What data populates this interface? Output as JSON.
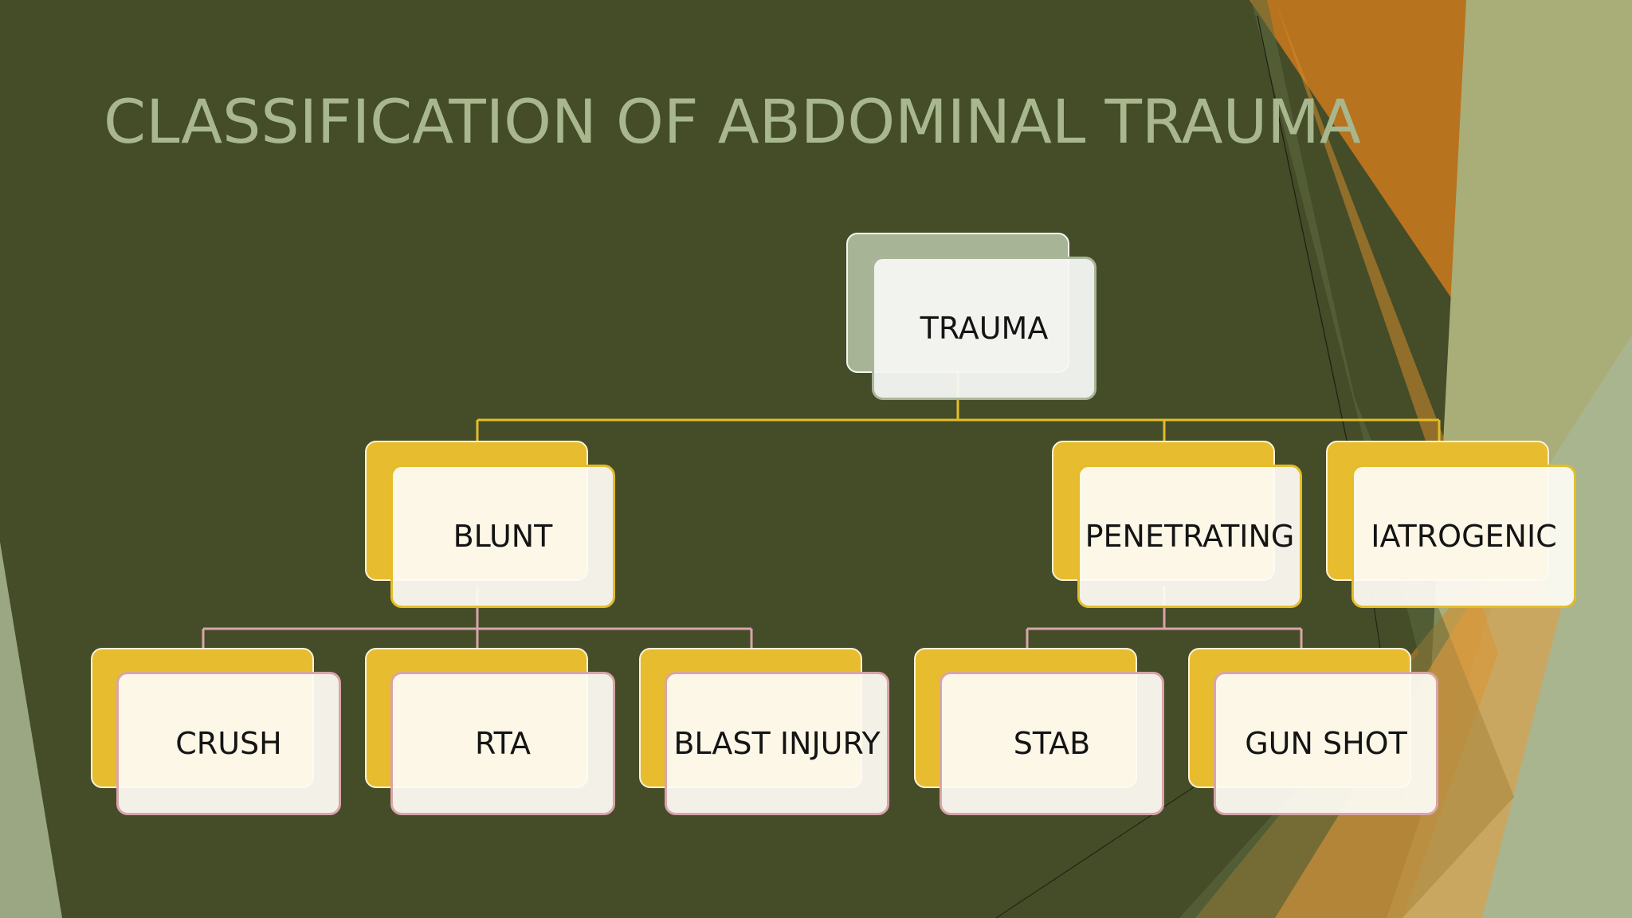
{
  "slide": {
    "title": "CLASSIFICATION OF ABDOMINAL TRAUMA"
  },
  "diagram": {
    "root": "TRAUMA",
    "level1": [
      "BLUNT",
      "PENETRATING",
      "IATROGENIC"
    ],
    "blunt_children": [
      "CRUSH",
      "RTA",
      "BLAST INJURY"
    ],
    "penetrating_children": [
      "STAB",
      "GUN SHOT"
    ]
  },
  "colors": {
    "background": "#444c28",
    "title": "#a8b78e",
    "accent_orange": "#c8781f",
    "accent_yellow": "#e7bc2f",
    "accent_sage": "#a7b596",
    "connector_level1": "#e3bd2a",
    "connector_level2": "#d9a4aa"
  }
}
